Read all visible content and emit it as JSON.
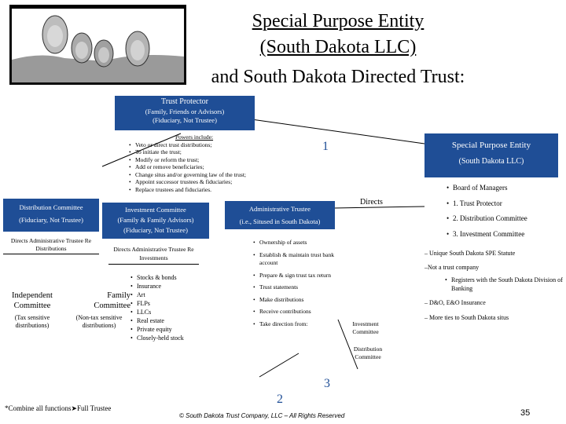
{
  "title": {
    "line1": "Special Purpose Entity",
    "line2": "(South Dakota LLC)",
    "line3": "and South Dakota Directed Trust:"
  },
  "trust_protector": {
    "name": "Trust Protector",
    "line2": "(Family, Friends or Advisors)",
    "line3": "(Fiduciary, Not Trustee)"
  },
  "powers": {
    "heading": "Powers include:",
    "items": [
      "Veto or direct trust distributions;",
      "To initiate the trust;",
      "Modify or reform the trust;",
      "Add or remove beneficiaries;",
      "Change situs and/or governing law of the trust;",
      "Appoint successor trustees & fiduciaries;",
      "Replace trustees and fiduciaries."
    ]
  },
  "spe": {
    "line1": "Special Purpose Entity",
    "line2": "(South Dakota LLC)",
    "items": [
      "Board of Managers",
      "1. Trust Protector",
      "2. Distribution Committee",
      "3. Investment Committee"
    ]
  },
  "spe_notes": {
    "items": [
      "– Unique South Dakota SPE Statute",
      "–Not a trust company",
      "Registers with the South Dakota Division of Banking",
      "– D&O, E&O Insurance",
      "– More ties to South Dakota situs"
    ]
  },
  "distribution_committee": {
    "line1": "Distribution Committee",
    "line2": "(Fiduciary, Not Trustee)",
    "note": "Directs Administrative Trustee Re Distributions"
  },
  "investment_committee": {
    "line1": "Investment Committee",
    "line2": "(Family & Family Advisors)",
    "line3": "(Fiduciary, Not Trustee)",
    "note": "Directs Administrative Trustee Re Investments"
  },
  "admin_trustee": {
    "line1": "Administrative Trustee",
    "line2": "(i.e., Sitused in South Dakota)",
    "duties": [
      "Ownership of assets",
      "Establish & maintain trust bank account",
      "Prepare & sign trust tax return",
      "Trust statements",
      "Make distributions",
      "Receive contributions",
      "Take direction from:"
    ]
  },
  "labels": {
    "num1": "1",
    "num2": "2",
    "num3": "3",
    "directs": "Directs",
    "inv_committee_small": "Investment Committee",
    "dist_committee_small": "Distribution Committee"
  },
  "independent": {
    "line1": "Independent",
    "line2": "Committee",
    "line3": "(Tax sensitive distributions)"
  },
  "family": {
    "line1": "Family",
    "line2": "Committee",
    "line3": "(Non-tax sensitive distributions)"
  },
  "assets": [
    "Stocks & bonds",
    "Insurance",
    "Art",
    "FLPs",
    "LLCs",
    "Real estate",
    "Private equity",
    "Closely-held stock"
  ],
  "footer": {
    "combine_pre": "*Combine all functions",
    "combine_post": "Full Trustee",
    "copyright": "© South Dakota Trust Company, LLC – All Rights Reserved",
    "page": "35"
  },
  "colors": {
    "box_blue": "#1f4e96",
    "text_white": "#ffffff"
  }
}
